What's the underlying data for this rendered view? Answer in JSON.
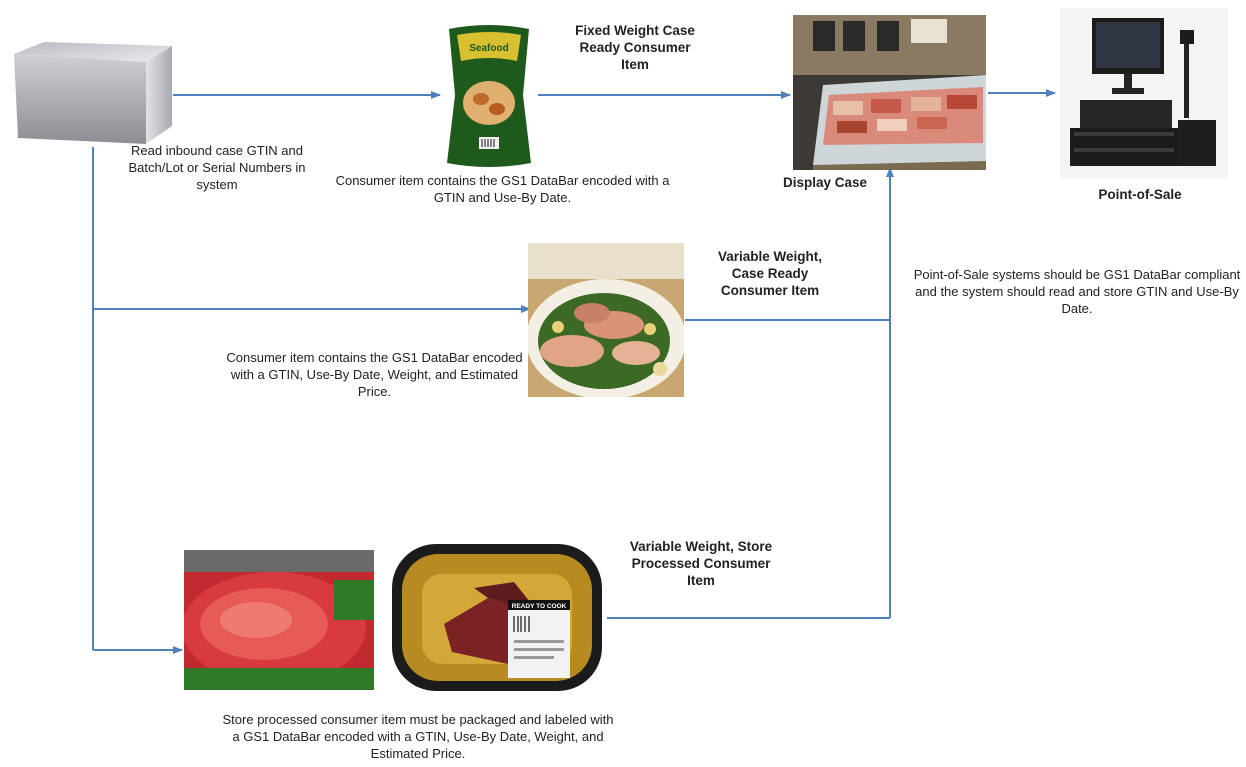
{
  "labels": {
    "case_read": "Read inbound case GTIN and Batch/Lot or Serial Numbers in system",
    "fixed_weight_title": "Fixed Weight Case Ready Consumer Item",
    "fixed_weight_desc": "Consumer item contains the GS1 DataBar encoded with a GTIN and Use-By Date.",
    "display_case": "Display Case",
    "pos_title": "Point-of-Sale",
    "pos_desc": "Point-of-Sale systems should be GS1 DataBar compliant and the system should read and store GTIN and Use-By Date.",
    "variable_case_title": "Variable Weight, Case Ready Consumer Item",
    "variable_case_desc": "Consumer item contains the GS1 DataBar encoded with a GTIN, Use-By Date, Weight, and Estimated Price.",
    "store_processed_title": "Variable Weight, Store Processed Consumer Item",
    "store_processed_desc": "Store processed consumer item must be packaged and labeled with a GS1 DataBar encoded with a GTIN, Use-By Date, Weight, and Estimated Price."
  },
  "image_text": {
    "bag_brand": "Seafood",
    "tray_label": "READY TO COOK"
  },
  "colors": {
    "arrow": "#4f81bd",
    "text": "#222222"
  }
}
